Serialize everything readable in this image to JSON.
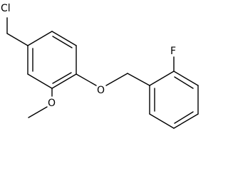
{
  "molecule": {
    "atoms": {
      "chlorine": "Cl",
      "oxygen_ether": "O",
      "methoxy": "O",
      "fluorine": "F"
    },
    "colors": {
      "bond": "#000000",
      "label": "#000000",
      "background": "#ffffff"
    }
  }
}
